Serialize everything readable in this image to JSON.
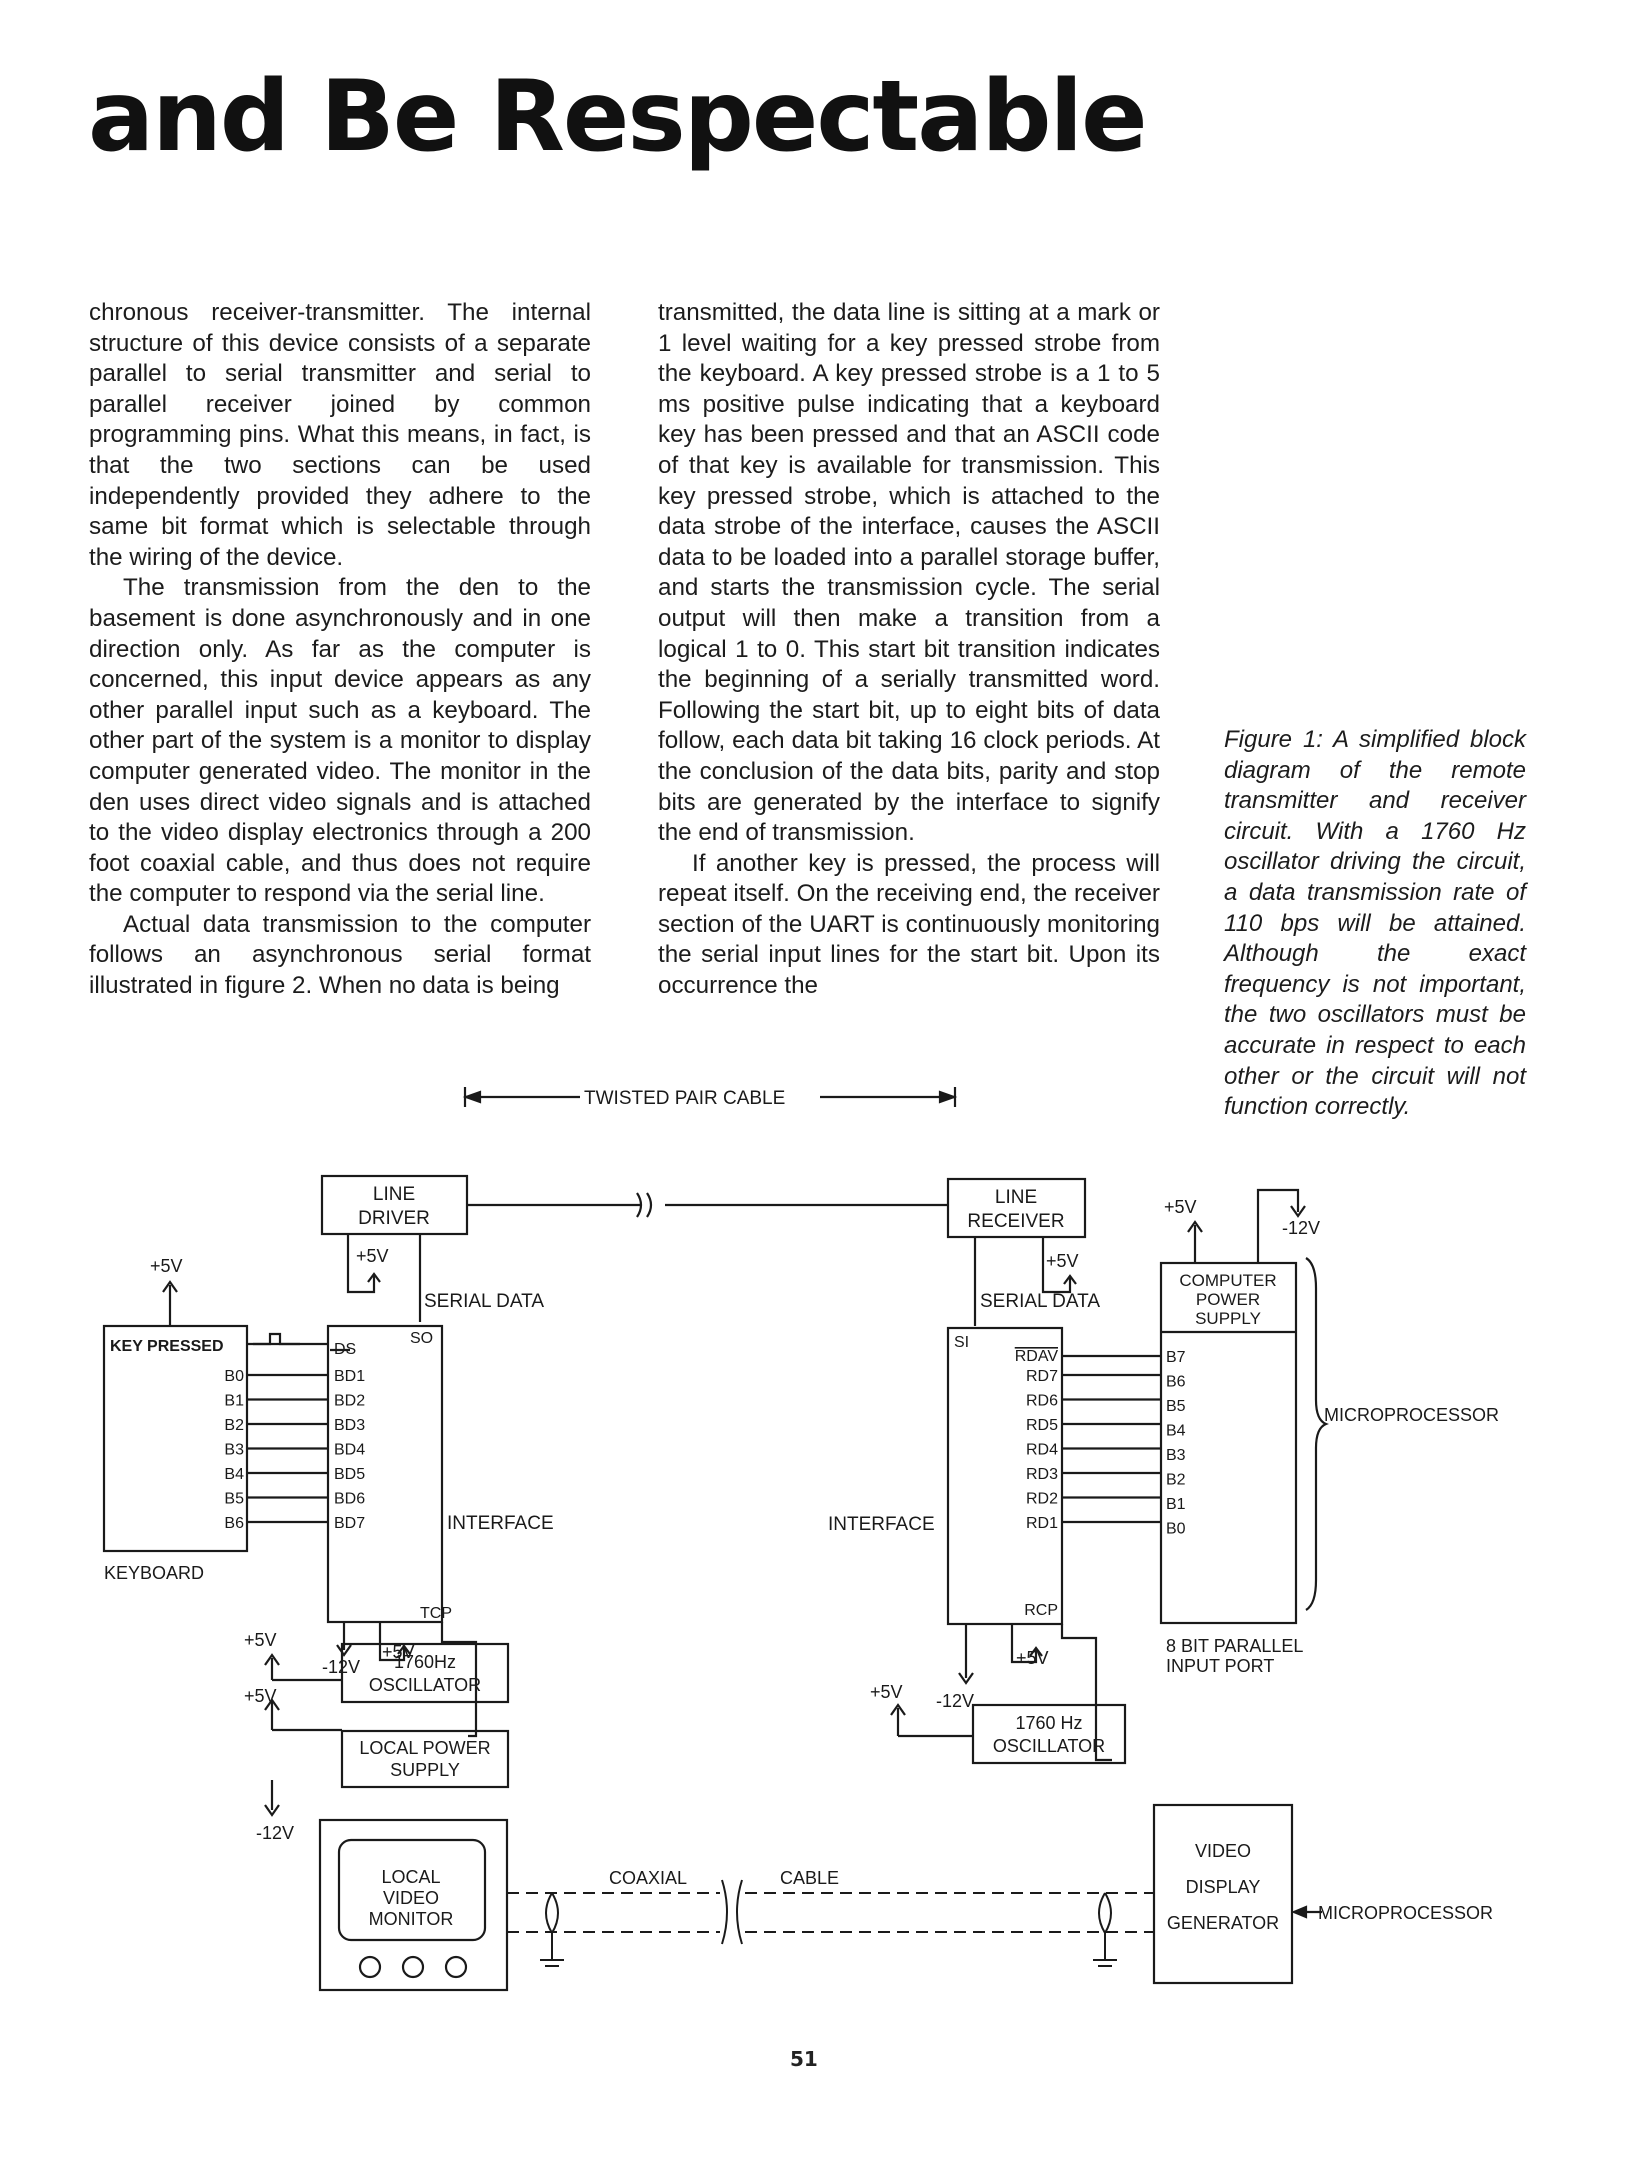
{
  "headline": "and Be Respectable",
  "column1": [
    "chronous receiver-transmitter. The internal structure of this device consists of a separate parallel to serial transmitter and serial to parallel receiver joined by common programming pins. What this means, in fact, is that the two sections can be used independently provided they adhere to the same bit format which is selectable through the wiring of the device.",
    "The transmission from the den to the basement is done asynchronously and in one direction only. As far as the computer is concerned, this input device appears as any other parallel input such as a keyboard. The other part of the system is a monitor to display computer generated video. The monitor in the den uses direct video signals and is attached to the video display electronics through a 200 foot coaxial cable, and thus does not require the computer to respond via the serial line.",
    "Actual data transmission to the computer follows an asynchronous serial format illustrated in figure 2. When no data is being"
  ],
  "column2": [
    "transmitted, the data line is sitting at a mark or 1 level waiting for a key pressed strobe from the keyboard. A key pressed strobe is a 1 to 5 ms positive pulse indicating that a keyboard key has been pressed and that an ASCII code of that key is available for transmission. This key pressed strobe, which is attached to the data strobe of the interface, causes the ASCII data to be loaded into a parallel storage buffer, and starts the transmission cycle. The serial output will then make a transition from a logical 1 to 0. This start bit transition indicates the beginning of a serially transmitted word. Following the start bit, up to eight bits of data follow, each data bit taking 16 clock periods. At the conclusion of the data bits, parity and stop bits are generated by the interface to signify the end of transmission.",
    "If another key is pressed, the process will repeat itself. On the receiving end, the receiver section of the UART is continuously monitoring the serial input lines for the start bit. Upon its occurrence the"
  ],
  "caption": "Figure 1: A simplified block diagram of the remote transmitter and receiver circuit. With a 1760 Hz oscillator driving the circuit, a data transmission rate of 110 bps will be attained. Although the exact frequency is not important, the two oscillators must be accurate in respect to each other or the circuit will not function correctly.",
  "diagram": {
    "twisted_pair": "TWISTED PAIR CABLE",
    "line_driver": [
      "LINE",
      "DRIVER"
    ],
    "line_receiver": [
      "LINE",
      "RECEIVER"
    ],
    "serial_data": "SERIAL DATA",
    "so": "SO",
    "si": "SI",
    "plus5": "+5V",
    "minus12": "-12V",
    "key_pressed": "KEY PRESSED",
    "keyboard": "KEYBOARD",
    "kb_bits": [
      "B0",
      "B1",
      "B2",
      "B3",
      "B4",
      "B5",
      "B6"
    ],
    "tx_pins_ds": "DS",
    "tx_pins": [
      "BD1",
      "BD2",
      "BD3",
      "BD4",
      "BD5",
      "BD6",
      "BD7"
    ],
    "tcp": "TCP",
    "interface": "INTERFACE",
    "rdav": "RDAV",
    "rx_pins": [
      "RD7",
      "RD6",
      "RD5",
      "RD4",
      "RD3",
      "RD2",
      "RD1"
    ],
    "rcp": "RCP",
    "cpu_bits": [
      "B7",
      "B6",
      "B5",
      "B4",
      "B3",
      "B2",
      "B1",
      "B0"
    ],
    "computer_power": [
      "COMPUTER",
      "POWER",
      "SUPPLY"
    ],
    "microprocessor": "MICROPROCESSOR",
    "parallel_port": [
      "8 BIT PARALLEL",
      "INPUT PORT"
    ],
    "osc_tx": [
      "1760Hz",
      "OSCILLATOR"
    ],
    "osc_rx": [
      "1760 Hz",
      "OSCILLATOR"
    ],
    "local_power": [
      "LOCAL POWER",
      "SUPPLY"
    ],
    "monitor": [
      "LOCAL",
      "VIDEO",
      "MONITOR"
    ],
    "coaxial": "COAXIAL",
    "cable": "CABLE",
    "vdg": [
      "VIDEO",
      "DISPLAY",
      "GENERATOR"
    ],
    "vdg_input": "MICROPROCESSOR"
  },
  "page_number": "51"
}
